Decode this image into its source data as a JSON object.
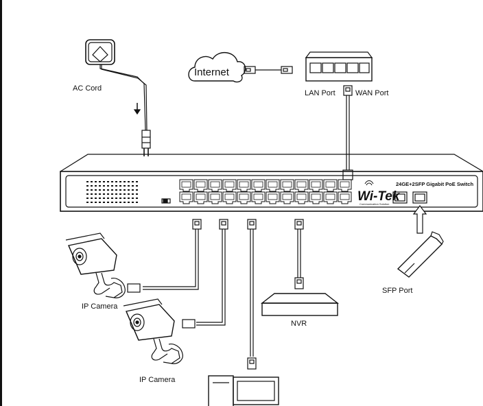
{
  "labels": {
    "ac_cord": "AC Cord",
    "internet": "Internet",
    "lan_port": "LAN Port",
    "wan_port": "WAN Port",
    "sfp_port": "SFP Port",
    "nvr": "NVR",
    "ip_camera_1": "IP Camera",
    "ip_camera_2": "IP Camera"
  },
  "switch": {
    "brand": "Wi-Tek",
    "brand_sub": "Communication Solution",
    "model": "24GE+2SFP Gigabit PoE Switch",
    "port_count": 24,
    "sfp_count": 2
  },
  "colors": {
    "line": "#111111",
    "background": "#ffffff"
  }
}
